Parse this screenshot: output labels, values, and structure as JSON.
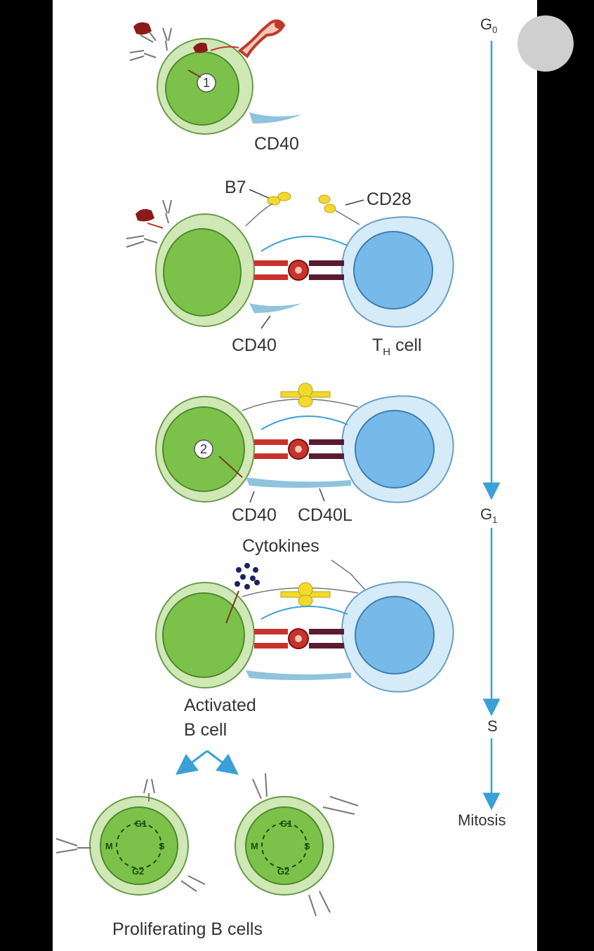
{
  "labels": {
    "cd40_1": "CD40",
    "b7": "B7",
    "cd28": "CD28",
    "cd40_2": "CD40",
    "th_cell_main": "T",
    "th_cell_sub": "H",
    "th_cell_suffix": " cell",
    "cd40_3": "CD40",
    "cd40l": "CD40L",
    "cytokines": "Cytokines",
    "activated_line1": "Activated",
    "activated_line2": "B cell",
    "proliferating": "Proliferating B cells"
  },
  "step_numbers": {
    "one": "1",
    "two": "2"
  },
  "cell_cycle": {
    "phase_g0": "G",
    "phase_g0_sub": "0",
    "phase_g1": "G",
    "phase_g1_sub": "1",
    "phase_s": "S",
    "phase_mitosis": "Mitosis"
  },
  "cycle_ring": {
    "g1": "G1",
    "s": "S",
    "g2": "G2",
    "m": "M"
  },
  "colors": {
    "b_cell_outer": "#cfe8b6",
    "b_cell_nucleus": "#7cc24a",
    "th_cell_outer": "#d6ebf8",
    "th_cell_nucleus": "#77b9e8",
    "tcr_red": "#c8322d",
    "mhc_dark": "#5a1a30",
    "b7_yellow": "#f2da2c",
    "arrow_blue": "#3aa0d8",
    "cd40_blue": "#8fc3de"
  }
}
